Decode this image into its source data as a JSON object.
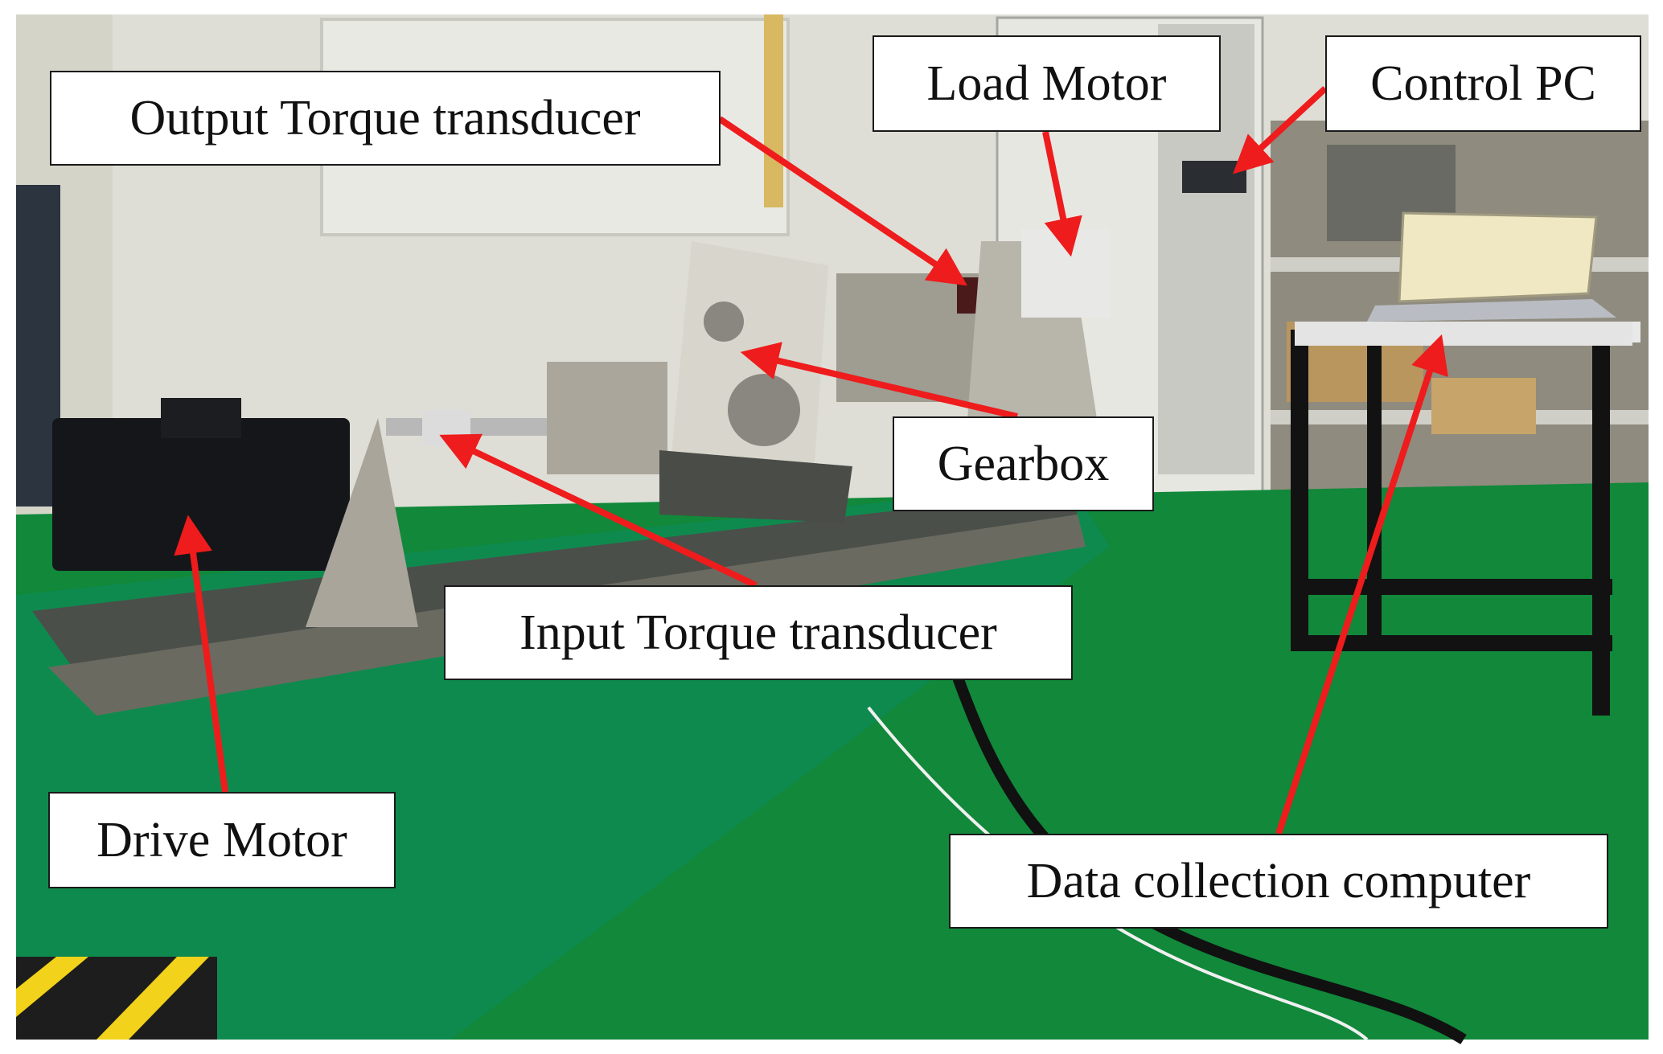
{
  "labels": {
    "output_torque_transducer": "Output Torque transducer",
    "load_motor": "Load Motor",
    "control_pc": "Control PC",
    "gearbox": "Gearbox",
    "input_torque_transducer": "Input Torque transducer",
    "drive_motor": "Drive Motor",
    "data_collection_computer": "Data collection computer"
  },
  "colors": {
    "arrow": "#ee1c1c",
    "floor": "#11883a",
    "bench": "#0f8a4e",
    "wall": "#ddddd6",
    "label_border": "#1a1a1a"
  }
}
